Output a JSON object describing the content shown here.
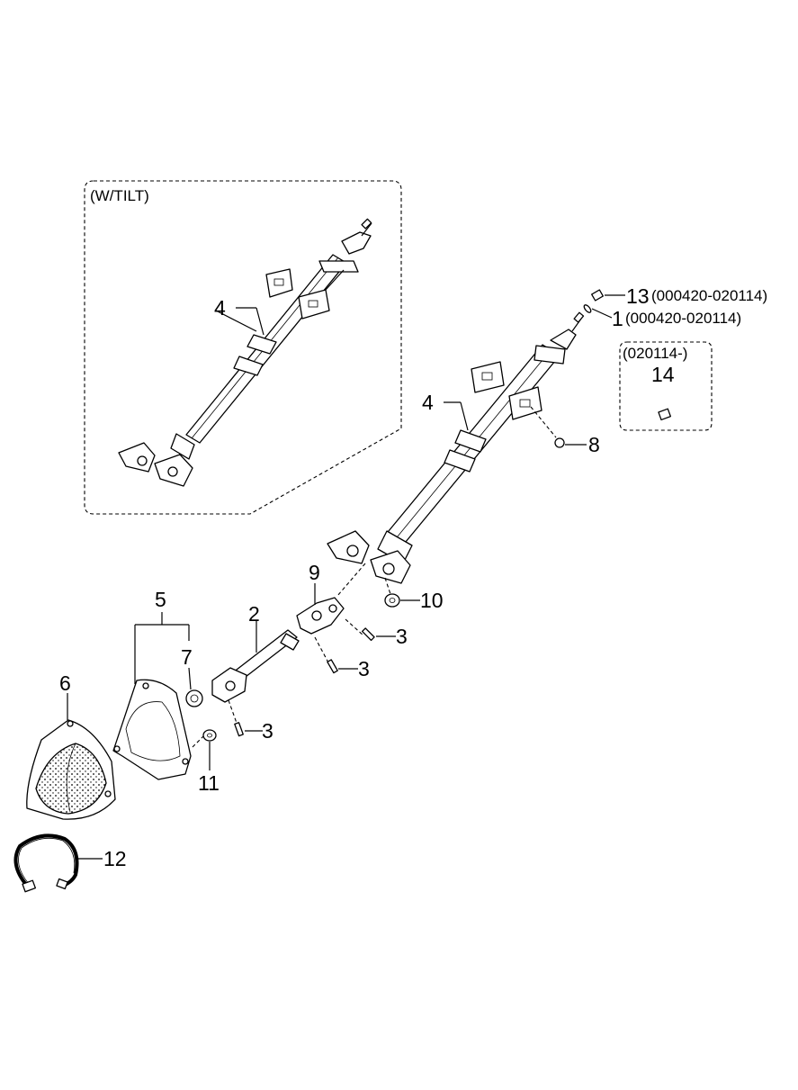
{
  "inset": {
    "title": "(W/TILT)",
    "label": "4"
  },
  "box14": {
    "title": "(020114-)",
    "label": "14"
  },
  "callouts": {
    "c13": "13",
    "c13_range": "(000420-020114)",
    "c1": "1",
    "c1_range": "(000420-020114)",
    "c4": "4",
    "c8": "8",
    "c9": "9",
    "c10": "10",
    "c2": "2",
    "c3a": "3",
    "c3b": "3",
    "c3c": "3",
    "c5": "5",
    "c7": "7",
    "c6": "6",
    "c11": "11",
    "c12": "12"
  }
}
